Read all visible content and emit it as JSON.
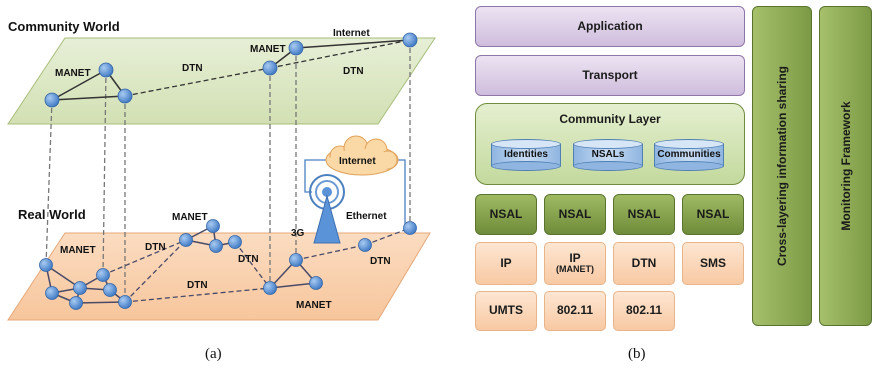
{
  "left_diagram": {
    "community_world_label": "Community World",
    "real_world_label": "Real World",
    "labels": {
      "cw_manet_left": "MANET",
      "cw_dtn_middle": "DTN",
      "cw_manet_right": "MANET",
      "cw_internet": "Internet",
      "cw_dtn_right": "DTN",
      "rw_manet_top": "MANET",
      "rw_manet_left": "MANET",
      "rw_dtn_1": "DTN",
      "rw_dtn_2": "DTN",
      "rw_dtn_3": "DTN",
      "rw_dtn_4": "DTN",
      "rw_manet_bottom": "MANET",
      "rw_3g": "3G",
      "rw_ethernet": "Ethernet",
      "cloud_internet": "Internet"
    },
    "caption": "(a)"
  },
  "stack": {
    "application": "Application",
    "transport": "Transport",
    "community_layer": "Community Layer",
    "databases": [
      "Identities",
      "NSALs",
      "Communities"
    ],
    "nsal": [
      "NSAL",
      "NSAL",
      "NSAL",
      "NSAL"
    ],
    "protocols": [
      {
        "main": "IP",
        "sub": ""
      },
      {
        "main": "IP",
        "sub": "(MANET)"
      },
      {
        "main": "DTN",
        "sub": ""
      },
      {
        "main": "SMS",
        "sub": ""
      }
    ],
    "links": [
      "UMTS",
      "802.11",
      "802.11"
    ],
    "cross_layer": "Cross-layering information sharing",
    "monitoring": "Monitoring Framework",
    "caption": "(b)"
  },
  "colors": {
    "top_plane": "#dde8c6",
    "bottom_plane": "#f9d2b0",
    "node": "#5b93d9",
    "purple": "#cfbddd",
    "green": "#7c9a45",
    "peach": "#f8c9a3"
  }
}
